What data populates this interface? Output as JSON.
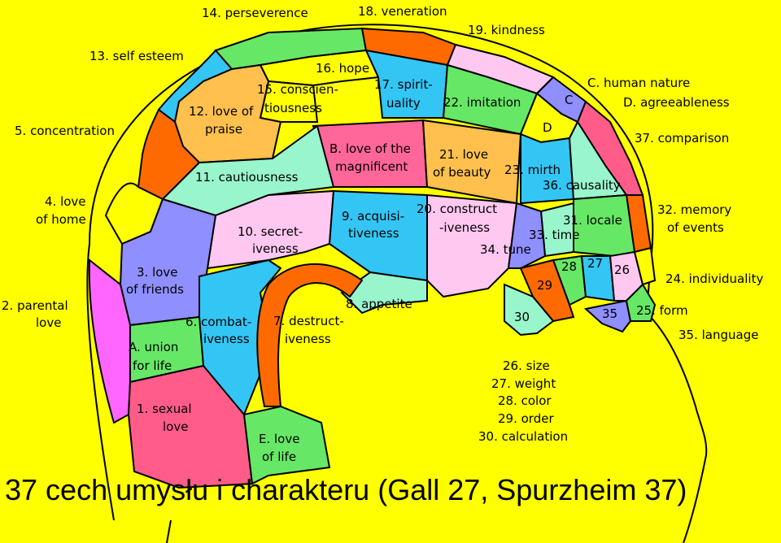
{
  "colors": {
    "background": "#ffff00",
    "orange": "#ff6a00",
    "blue": "#33c6f5",
    "green": "#66e866",
    "pink": "#ff5c8a",
    "aqua": "#99f5cc",
    "lavender": "#8f8fff",
    "light_pink": "#ffc8f0",
    "tan": "#ffc04d",
    "magenta": "#ff66ff",
    "hot_pink": "#ff6699"
  },
  "labels": {
    "l14": "14. perseverence",
    "l18": "18. veneration",
    "l19": "19. kindness",
    "l13": "13. self esteem",
    "l16": "16. hope",
    "l15a": "15. conscien-",
    "l15b": "tiousness",
    "l17a": "17. spirit-",
    "l17b": "uality",
    "l22": "22. imitation",
    "lCin": "C",
    "lC": "C. human nature",
    "lD": "D. agreeableness",
    "l12a": "12. love of",
    "l12b": "praise",
    "l5": "5. concentration",
    "lDin": "D",
    "l37": "37. comparison",
    "lBa": "B. love of the",
    "lBb": "magnificent",
    "l21a": "21. love",
    "l21b": "of beauty",
    "l23": "23. mirth",
    "l4a": "4. love",
    "l4b": "of home",
    "l11": "11. cautiousness",
    "l36": "36. causality",
    "l32a": "32. memory",
    "l32b": "of events",
    "l10a": "10. secret-",
    "l10b": "iveness",
    "l9a": "9. acquisi-",
    "l9b": "tiveness",
    "l20a": "20. construct",
    "l20b": "-iveness",
    "l31": "31. locale",
    "l33": "33. time",
    "l34": "34. tune",
    "l3a": "3. love",
    "l3b": "of friends",
    "l28": "28",
    "l27": "27",
    "l26": "26",
    "l24": "24. individuality",
    "l29": "29",
    "l2a": "2. parental",
    "l2b": "love",
    "l8": "8. appetite",
    "l30": "30",
    "l35in": "35",
    "l25": "25. form",
    "l6a": "6. combat-",
    "l6b": "iveness",
    "l7a": "7. destruct-",
    "l7b": "iveness",
    "l35": "35. language",
    "lAa": "A. union",
    "lAb": "for life",
    "k26": "26. size",
    "k27": "27. weight",
    "k28": "28. color",
    "k29": "29. order",
    "k30": "30. calculation",
    "l1a": "1. sexual",
    "l1b": "love",
    "lEa": "E. love",
    "lEb": "of life"
  },
  "caption": "37 cech umysłu i charakteru (Gall 27, Spurzheim 37)"
}
